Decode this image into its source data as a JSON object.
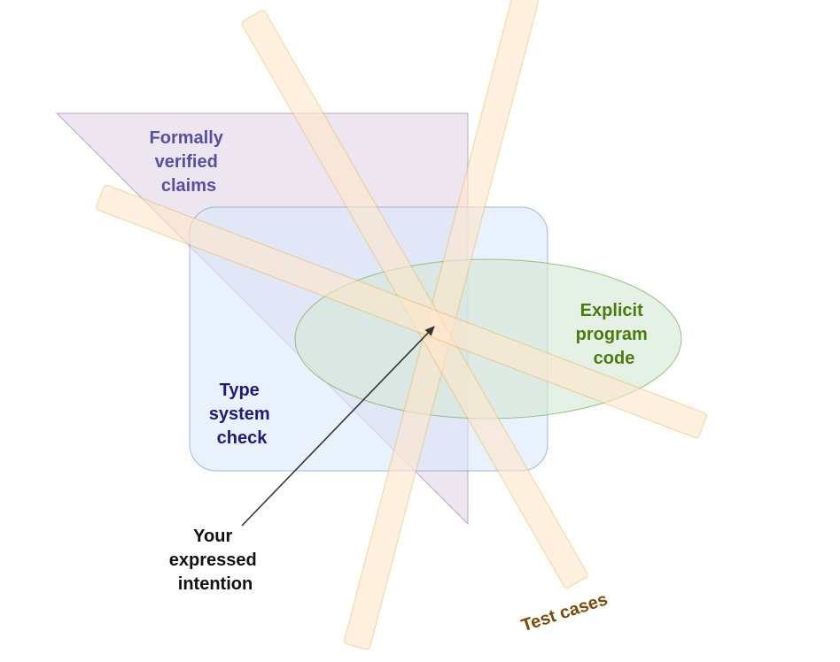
{
  "diagram": {
    "formal": {
      "label_lines": [
        "Formally",
        "verified",
        "claims"
      ],
      "fill": "#e1d5e7",
      "stroke": "#9673a6",
      "text_color": "#56509f"
    },
    "type_system": {
      "label_lines": [
        "Type",
        "system",
        "check"
      ],
      "fill": "#dae8fc",
      "stroke": "#6c8ebf",
      "text_color": "#1d1a7a"
    },
    "program_code": {
      "label_lines": [
        "Explicit",
        "program",
        "code"
      ],
      "fill": "#d5e8d4",
      "stroke": "#82b366",
      "text_color": "#4d7a0d"
    },
    "test_cases": {
      "label": "Test cases",
      "fill": "#ffe6cc",
      "stroke": "#d79b00",
      "text_color": "#7a4a08"
    },
    "intention": {
      "label_lines": [
        "Your",
        "expressed",
        "intention"
      ],
      "text_color": "#111111",
      "arrow_color": "#333333"
    }
  }
}
